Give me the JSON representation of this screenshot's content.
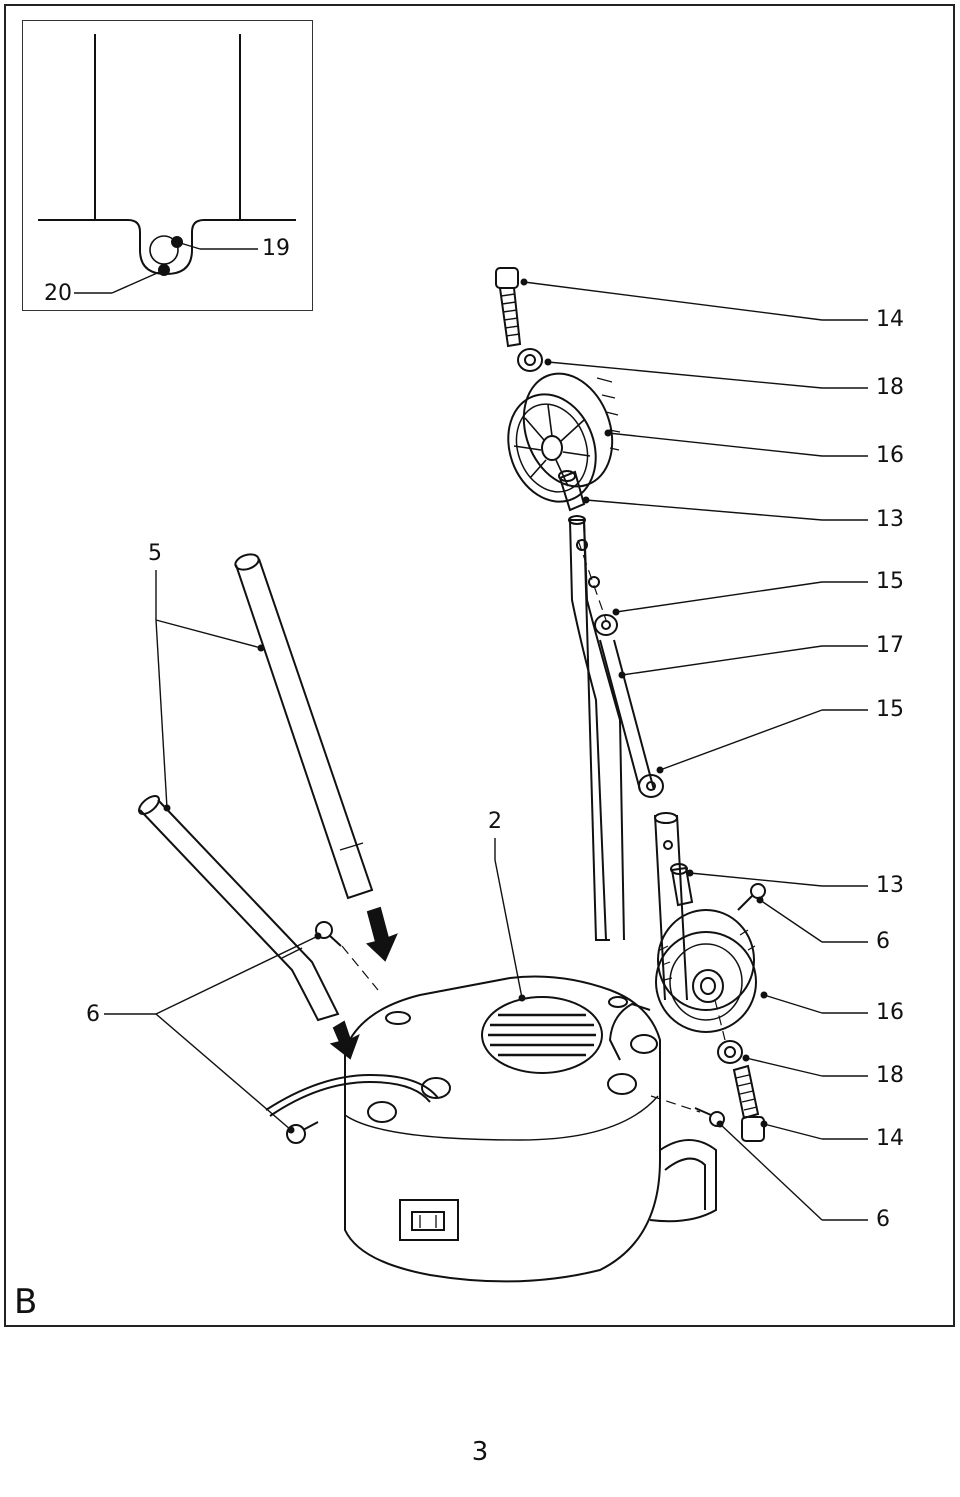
{
  "section_letter": "B",
  "page_number": "3",
  "callouts": {
    "inset_19": "19",
    "inset_20": "20",
    "r14_top": "14",
    "r18_top": "18",
    "r16_top": "16",
    "r13_top": "13",
    "r15_a": "15",
    "r17": "17",
    "r15_b": "15",
    "r13_bottom": "13",
    "r6_top": "6",
    "r16_bottom": "16",
    "r18_bottom": "18",
    "r14_bottom": "14",
    "r6_bottom": "6",
    "l5": "5",
    "l6": "6",
    "c2": "2"
  }
}
